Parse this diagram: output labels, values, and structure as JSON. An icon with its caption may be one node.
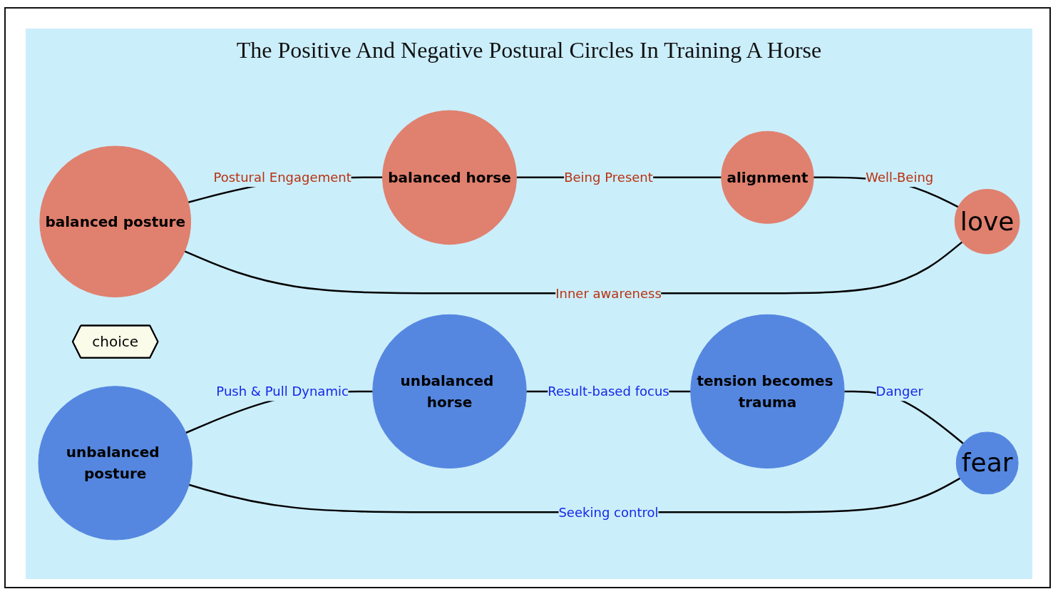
{
  "diagram": {
    "title": "The Positive And Negative Postural Circles In Training A Horse",
    "nodes": [
      {
        "text": [
          "balanced posture"
        ]
      },
      {
        "text": [
          "balanced horse"
        ]
      },
      {
        "text": [
          "love"
        ]
      },
      {
        "text": [
          "alignment"
        ]
      },
      {
        "text": [
          "choice"
        ]
      },
      {
        "text": [
          "unbalanced posture"
        ]
      },
      {
        "text": [
          "fear"
        ]
      },
      {
        "text": [
          "unbalanced horse"
        ]
      },
      {
        "text": [
          "tension becomes trauma"
        ]
      }
    ],
    "edges": [
      {
        "from": 2,
        "to": 0,
        "arrow": "none",
        "label": "Inner awareness"
      },
      {
        "from": 0,
        "to": 1,
        "arrow": "none",
        "label": "Postural Engagement"
      },
      {
        "from": 1,
        "to": 3,
        "arrow": "none",
        "label": "Being Present"
      },
      {
        "from": 3,
        "to": 2,
        "arrow": "none",
        "label": "Well-Being"
      },
      {
        "from": 6,
        "to": 5,
        "arrow": "none",
        "label": "Seeking control"
      },
      {
        "from": 5,
        "to": 7,
        "arrow": "none",
        "label": "Push & Pull Dynamic"
      },
      {
        "from": 7,
        "to": 8,
        "arrow": "none",
        "label": "Result-based focus"
      },
      {
        "from": 8,
        "to": 6,
        "arrow": "none",
        "label": "Danger"
      }
    ]
  }
}
